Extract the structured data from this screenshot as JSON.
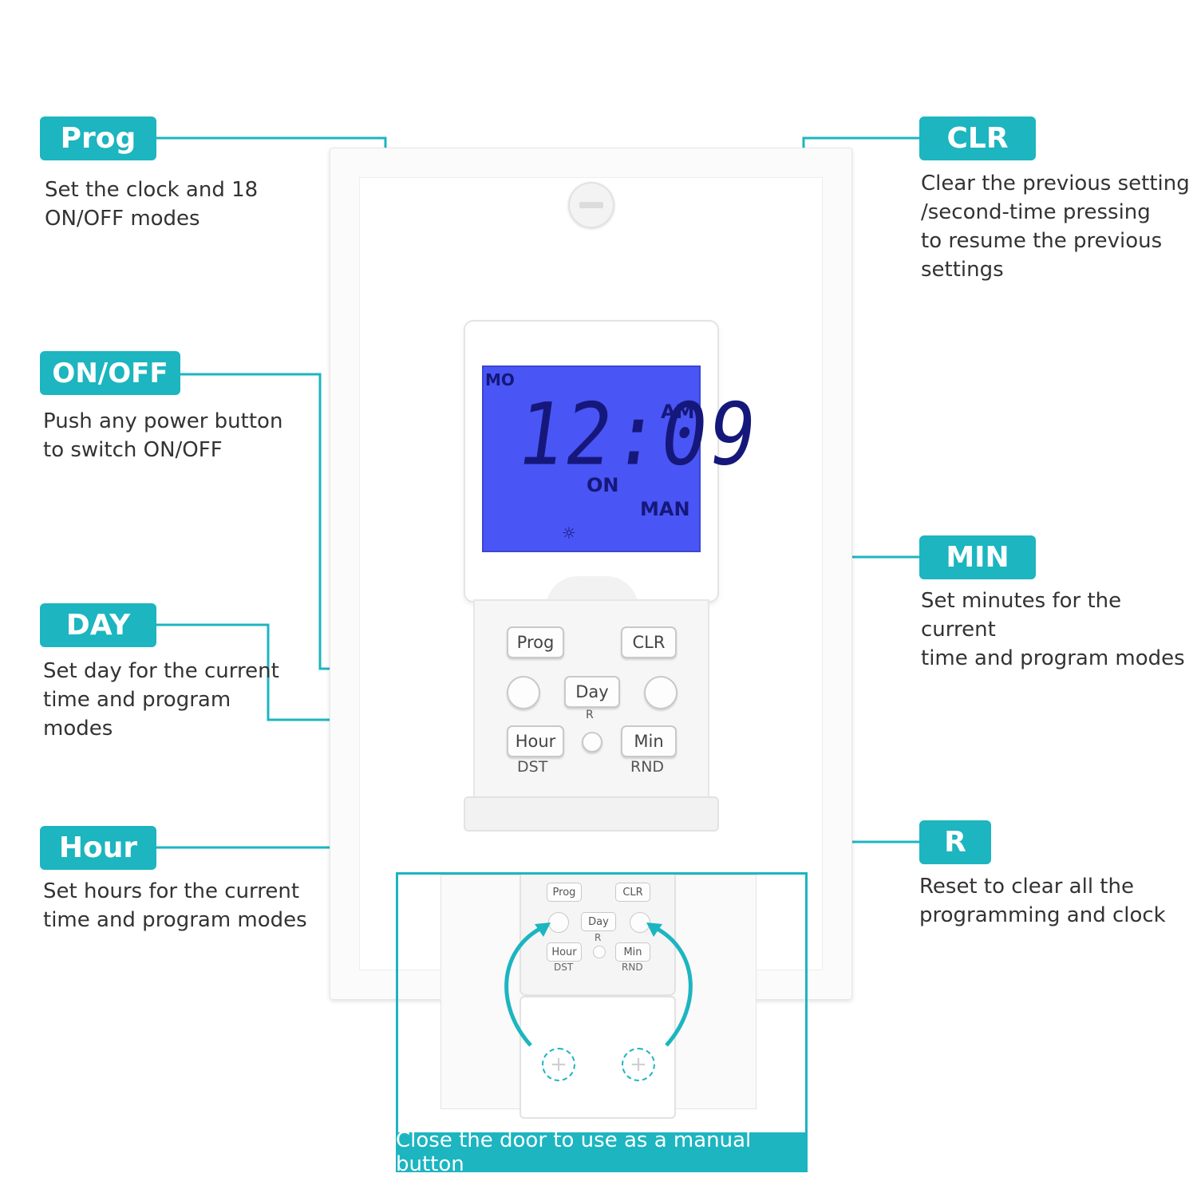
{
  "labels": {
    "prog": {
      "title": "Prog",
      "desc": "Set the clock and 18\nON/OFF modes"
    },
    "onoff": {
      "title": "ON/OFF",
      "desc": "Push any power button\nto switch ON/OFF"
    },
    "day": {
      "title": "DAY",
      "desc": "Set day for the current\ntime and program\nmodes"
    },
    "hour": {
      "title": "Hour",
      "desc": "Set hours for the current\ntime and program modes"
    },
    "clr": {
      "title": "CLR",
      "desc": "Clear the previous setting\n/second-time pressing\nto resume the previous\nsettings"
    },
    "min": {
      "title": "MIN",
      "desc": "Set minutes for the current\ntime and program modes"
    },
    "r": {
      "title": "R",
      "desc": "Reset to clear all the\nprogramming and clock"
    }
  },
  "lcd": {
    "day": "MO",
    "time": "12:09",
    "ampm": "AM",
    "state": "ON",
    "mode": "MAN",
    "icon": "sun-icon"
  },
  "buttons": {
    "prog": "Prog",
    "clr": "CLR",
    "day": "Day",
    "hour": "Hour",
    "min": "Min",
    "reset_label": "R",
    "dst": "DST",
    "rnd": "RND"
  },
  "caption": "Close the door to use as a manual button",
  "colors": {
    "accent": "#1cb5c0",
    "lcd": "#4a55f5",
    "lcd_text": "#15187a"
  }
}
